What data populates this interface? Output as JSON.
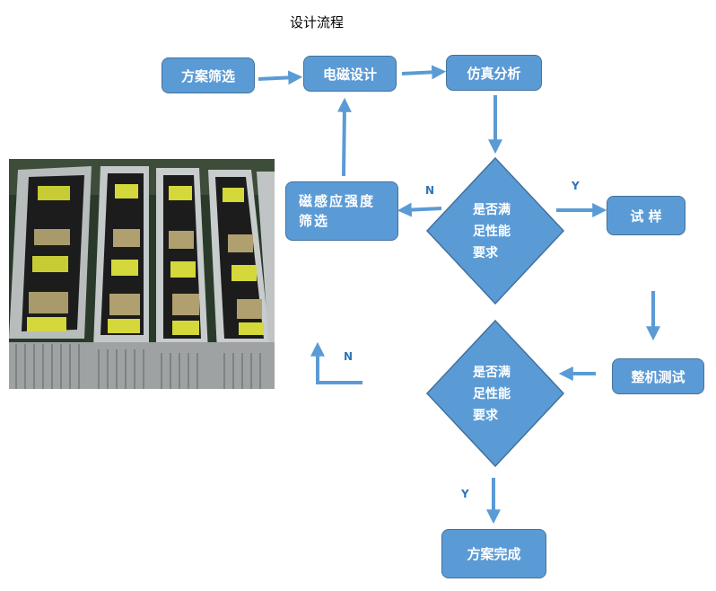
{
  "title": "设计流程",
  "nodes": {
    "scheme_screen": "方案筛选",
    "em_design": "电磁设计",
    "simulation": "仿真分析",
    "trial": "试 样",
    "sample_screen": "磁感应强度\n筛选",
    "machine_test": "整机测试",
    "done": "方案完成"
  },
  "decisions": {
    "d1": "是否满\n足性能\n要求",
    "d2": "是否满\n足性能\n要求"
  },
  "labels": {
    "n1": "N",
    "y1": "Y",
    "n2": "N",
    "y2": "Y"
  },
  "photo": {
    "description_icon": "lamp-housing-photo"
  },
  "colors": {
    "node_fill": "#5b9bd5",
    "node_border": "#41719c",
    "arrow": "#5b9bd5",
    "label": "#2e75b6"
  }
}
